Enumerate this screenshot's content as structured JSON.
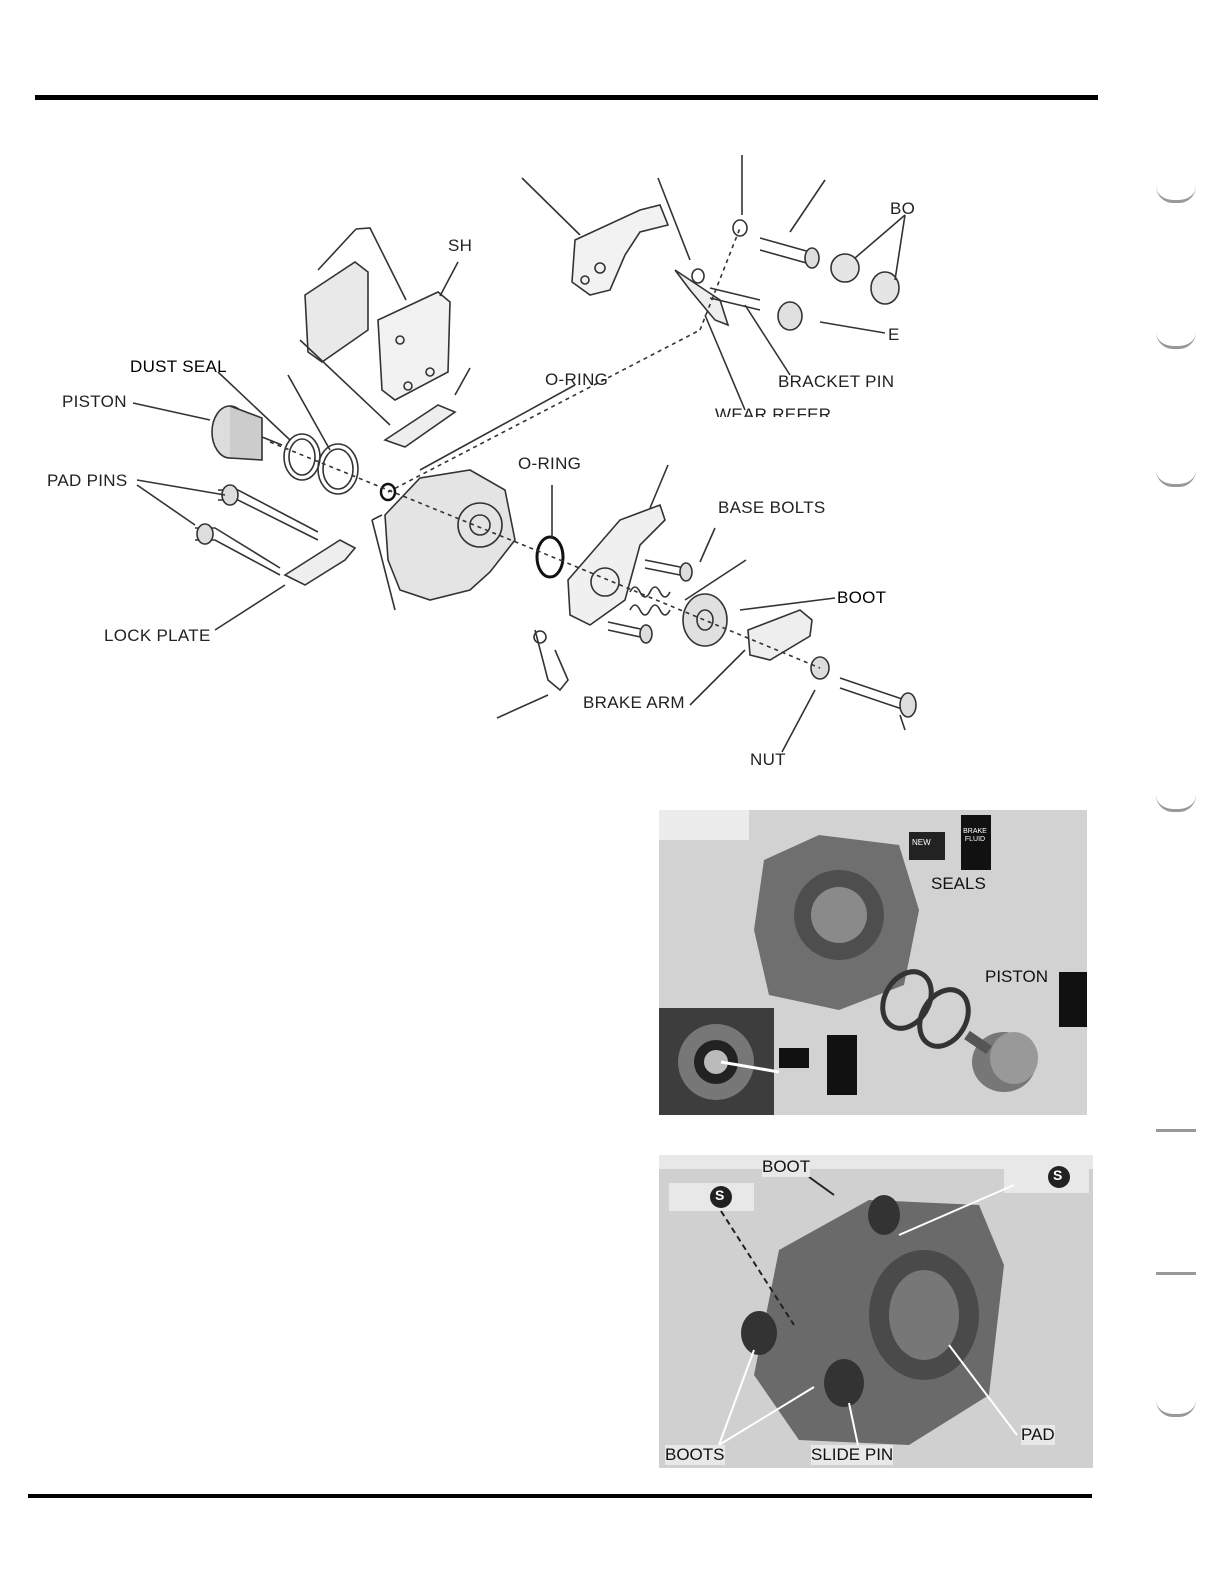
{
  "diagram": {
    "labels": {
      "bo": "BO",
      "sh": "SH",
      "dust_seal": "DUST SEAL",
      "piston": "PISTON",
      "o_ring_top": "O-RING",
      "o_ring_mid": "O-RING",
      "pad_pins": "PAD PINS",
      "lock_plate": "LOCK PLATE",
      "base_bolts": "BASE BOLTS",
      "boot": "BOOT",
      "brake_arm": "BRAKE ARM",
      "nut": "NUT",
      "bracket_pin": "BRACKET PIN",
      "wear_indicator": "WEAR REFER",
      "e_cut": "E"
    }
  },
  "photo1": {
    "labels": {
      "seals": "SEALS",
      "piston": "PISTON",
      "new": "NEW",
      "brake_fluid": "BRAKE FLUID"
    }
  },
  "photo2": {
    "labels": {
      "boot": "BOOT",
      "boots": "BOOTS",
      "slide_pin": "SLIDE PIN",
      "pad": "PAD",
      "grease": "S"
    }
  }
}
